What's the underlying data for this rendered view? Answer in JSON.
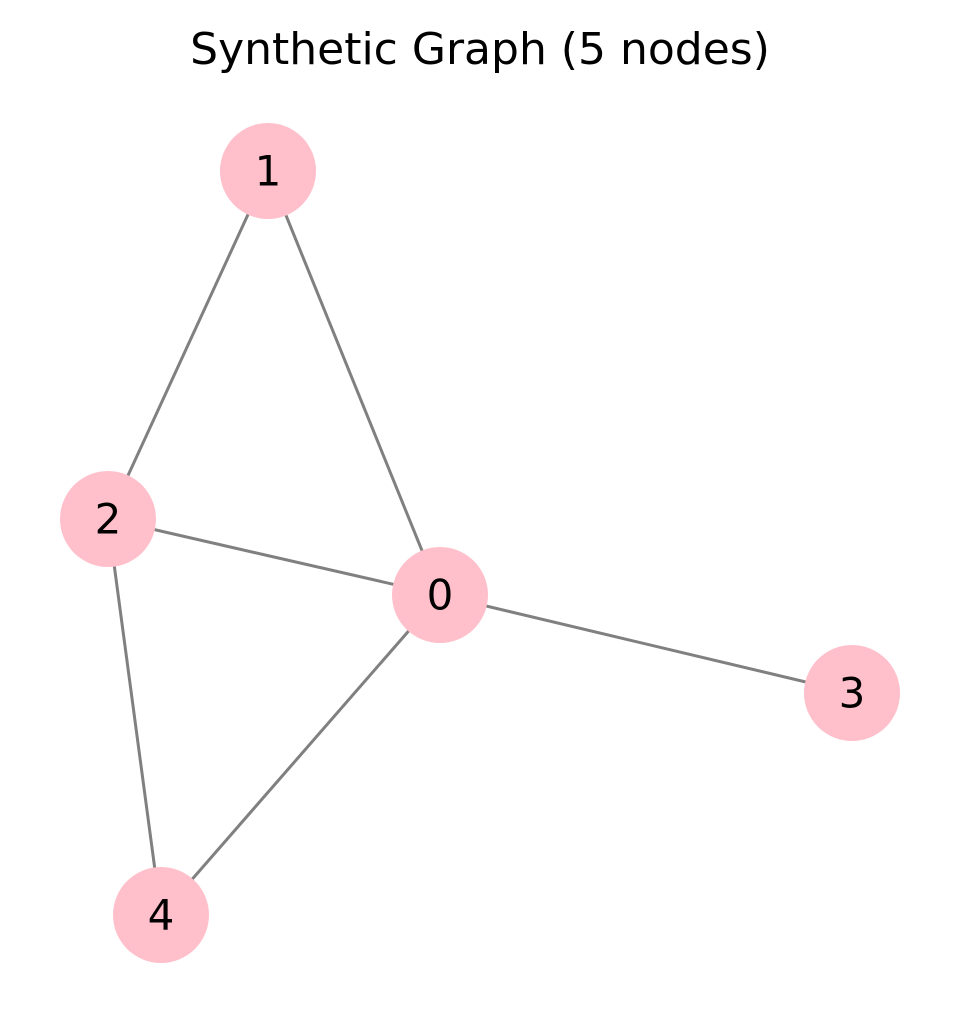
{
  "title": "Synthetic Graph (5 nodes)",
  "colors": {
    "node_fill": "#ffc0cb",
    "edge_stroke": "#808080",
    "label": "#000000",
    "background": "#ffffff"
  },
  "graph": {
    "nodes": [
      {
        "id": "0",
        "label": "0"
      },
      {
        "id": "1",
        "label": "1"
      },
      {
        "id": "2",
        "label": "2"
      },
      {
        "id": "3",
        "label": "3"
      },
      {
        "id": "4",
        "label": "4"
      }
    ],
    "edges": [
      {
        "source": "1",
        "target": "2"
      },
      {
        "source": "1",
        "target": "0"
      },
      {
        "source": "2",
        "target": "0"
      },
      {
        "source": "2",
        "target": "4"
      },
      {
        "source": "0",
        "target": "3"
      },
      {
        "source": "0",
        "target": "4"
      }
    ]
  }
}
